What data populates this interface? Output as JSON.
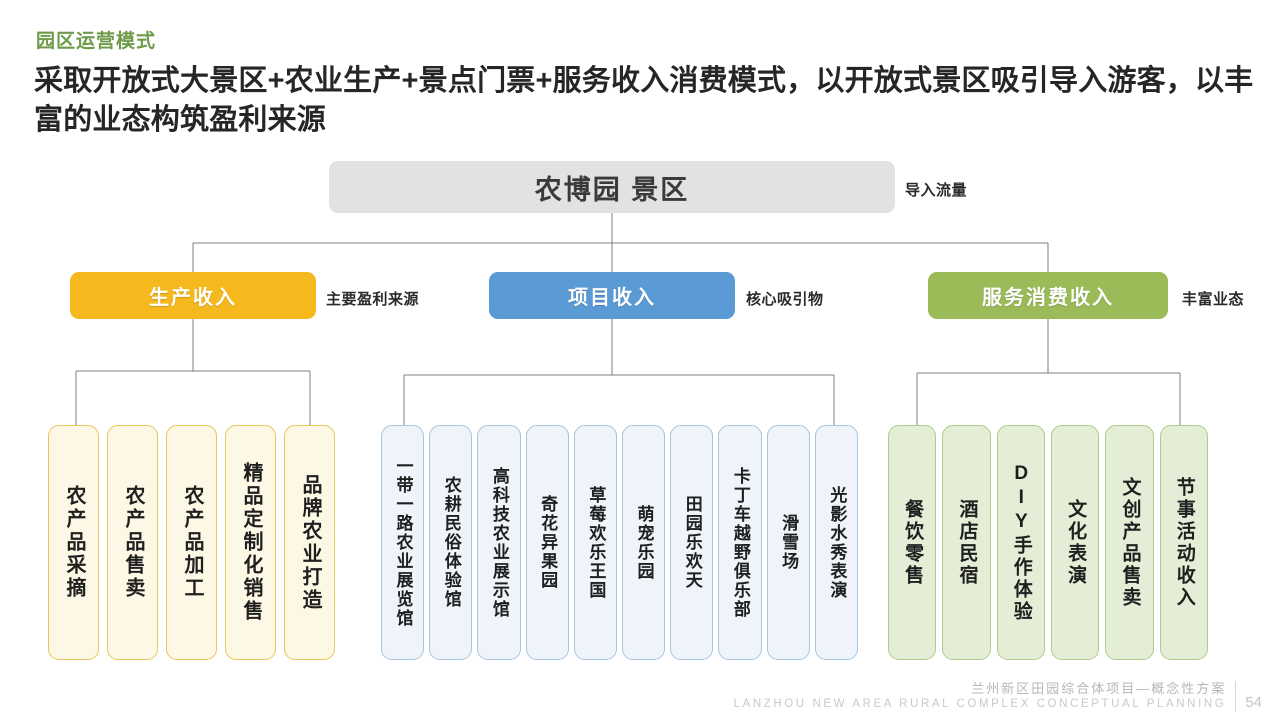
{
  "header": {
    "kicker": "园区运营模式",
    "title": "采取开放式大景区+农业生产+景点门票+服务收入消费模式，以开放式景区吸引导入游客，以丰富的业态构筑盈利来源"
  },
  "diagram": {
    "root": {
      "label": "农博园 景区",
      "side_note": "导入流量",
      "color": "#E2E2E2"
    },
    "branches": [
      {
        "label": "生产收入",
        "note": "主要盈利来源",
        "color": "#F5B91E",
        "leaf_fill": "#FDF8E6",
        "leaf_border": "#E9C65B",
        "leaves": [
          "农产品采摘",
          "农产品售卖",
          "农产品加工",
          "精品定制化销售",
          "品牌农业打造"
        ]
      },
      {
        "label": "项目收入",
        "note": "核心吸引物",
        "color": "#5B9BD5",
        "leaf_fill": "#EEF4FA",
        "leaf_border": "#A8C6DF",
        "leaves": [
          "一带一路农业展览馆",
          "农耕民俗体验馆",
          "高科技农业展示馆",
          "奇花异果园",
          "草莓欢乐王国",
          "萌宠乐园",
          "田园乐欢天",
          "卡丁车越野俱乐部",
          "滑雪场",
          "光影水秀表演"
        ]
      },
      {
        "label": "服务消费收入",
        "note": "丰富业态",
        "color": "#9BBB59",
        "leaf_fill": "#E4EED6",
        "leaf_border": "#AFCB8C",
        "leaves": [
          "餐饮零售",
          "酒店民宿",
          "DIY手作体验",
          "文化表演",
          "文创产品售卖",
          "节事活动收入"
        ]
      }
    ],
    "connector_color": "#7F7F7F"
  },
  "footer": {
    "cn": "兰州新区田园综合体项目—概念性方案",
    "en": "LANZHOU NEW AREA RURAL COMPLEX CONCEPTUAL PLANNING",
    "page": "54"
  }
}
